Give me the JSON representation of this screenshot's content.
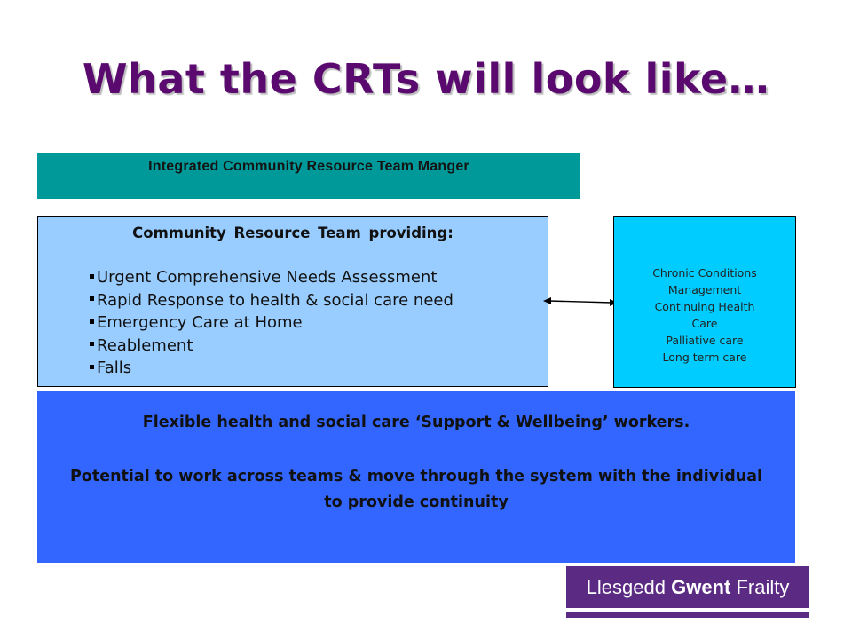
{
  "slide": {
    "title": "What the CRTs will look like…"
  },
  "manager_box": {
    "label": "Integrated Community Resource Team Manger",
    "color": "#009999"
  },
  "crt_box": {
    "heading": "Community Resource Team providing:",
    "items": [
      "Urgent Comprehensive Needs Assessment",
      "Rapid Response to health & social care need",
      "Emergency Care at Home",
      "Reablement",
      "Falls"
    ],
    "color": "#99ccff"
  },
  "chronic_box": {
    "lines": [
      "Chronic Conditions",
      "Management",
      "Continuing Health",
      "Care",
      "Palliative care",
      "Long term care"
    ],
    "color": "#00ccff"
  },
  "workers_box": {
    "line1": "Flexible health and social care ‘Support & Wellbeing’ workers.",
    "line2": "Potential to work across teams & move through the system with the individual to provide continuity",
    "color": "#3366ff"
  },
  "logo": {
    "word1": "Llesgedd",
    "word2": "Gwent",
    "word3": "Frailty",
    "color": "#5b2a82"
  },
  "colors": {
    "title": "#5a0a6e"
  }
}
